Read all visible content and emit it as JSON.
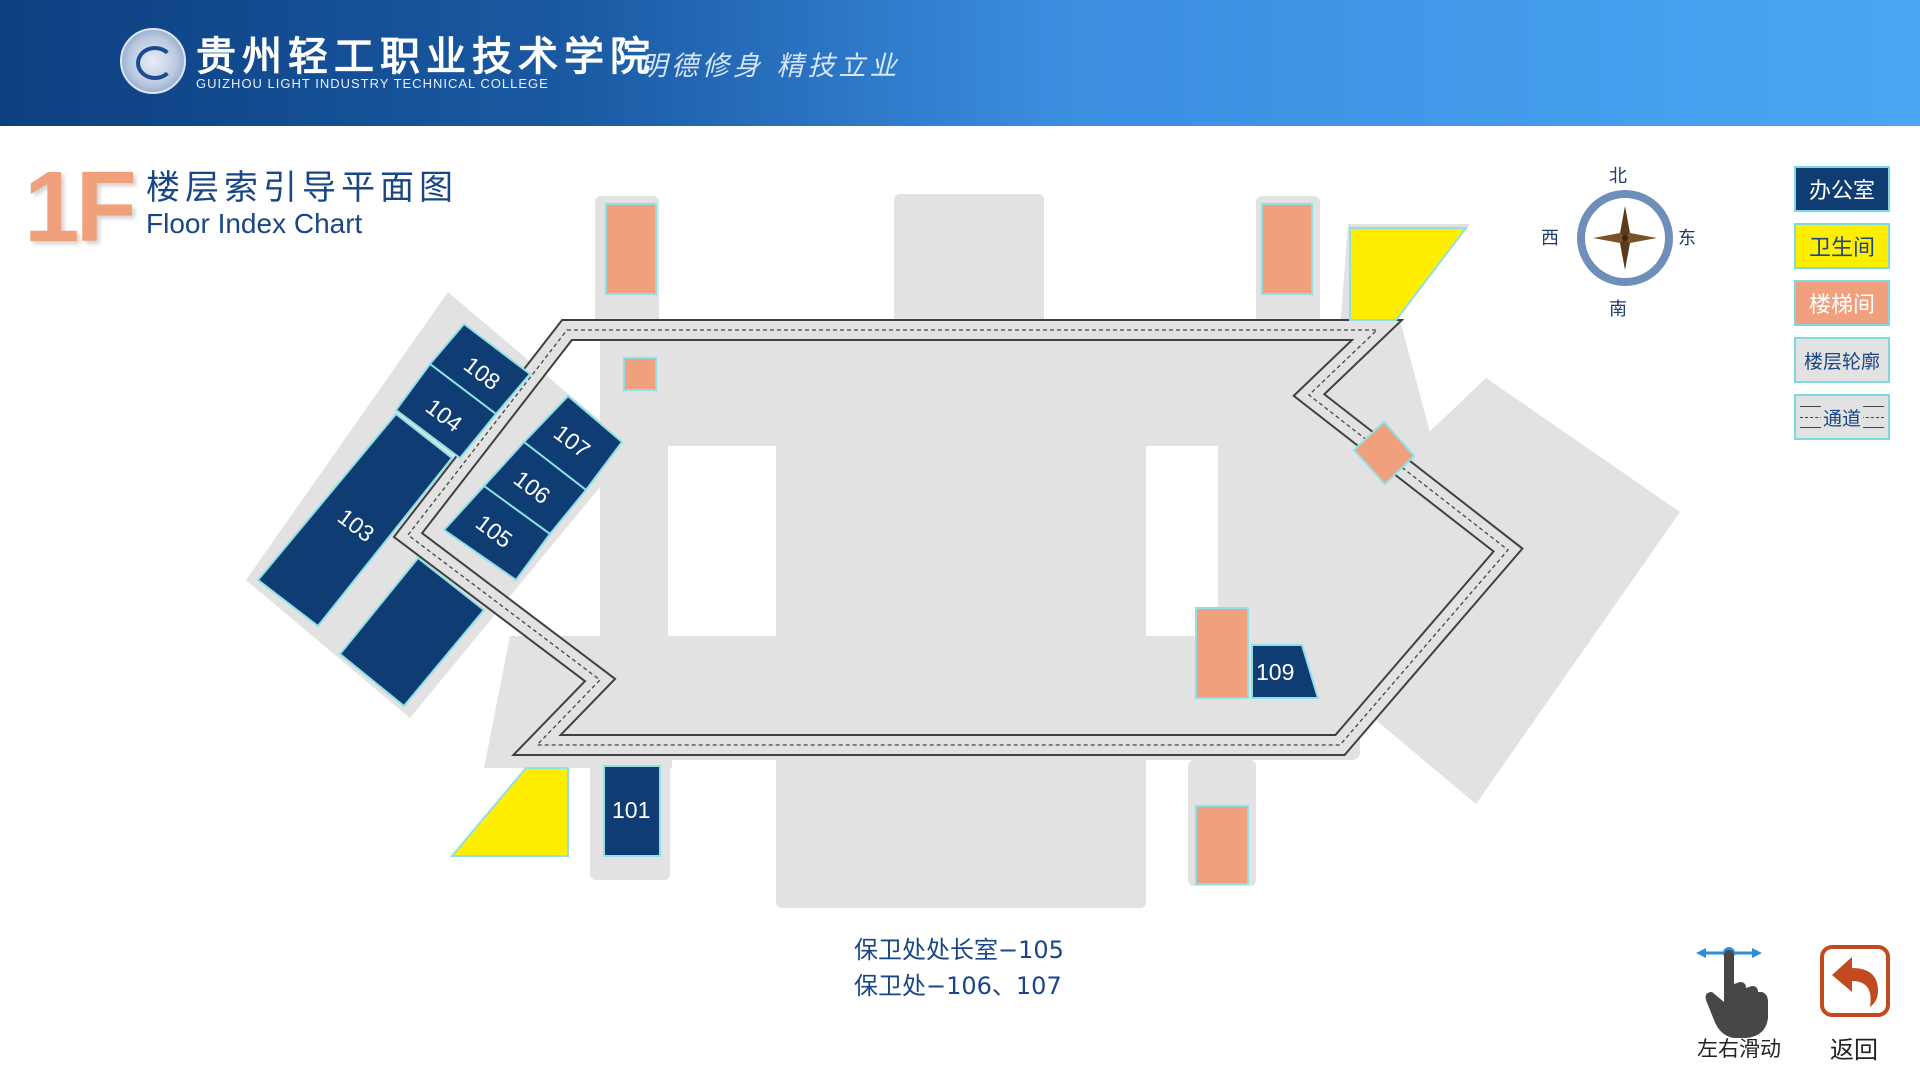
{
  "header": {
    "college_cn": "贵州轻工职业技术学院",
    "college_en": "GUIZHOU LIGHT INDUSTRY TECHNICAL COLLEGE",
    "motto": "明德修身 精技立业"
  },
  "floor": {
    "label": "1F",
    "title_cn": "楼层索引导平面图",
    "title_en": "Floor Index Chart"
  },
  "compass": {
    "north": "北",
    "south": "南",
    "east": "东",
    "west": "西"
  },
  "legend": [
    {
      "label": "办公室",
      "color": "#0f3d73",
      "text_color": "#ffffff"
    },
    {
      "label": "卫生间",
      "color": "#ffee00",
      "text_color": "#1a4685"
    },
    {
      "label": "楼梯间",
      "color": "#f0a07c",
      "text_color": "#ffffff"
    },
    {
      "label": "楼层轮廓",
      "color": "#e2e2e2",
      "text_color": "#1a4685"
    },
    {
      "label": "通道",
      "color": "#e2e2e2",
      "text_color": "#1a4685"
    }
  ],
  "rooms": [
    "101",
    "103",
    "104",
    "105",
    "106",
    "107",
    "108",
    "109"
  ],
  "info": {
    "line1": "保卫处处长室−105",
    "line2": "保卫处−106、107"
  },
  "controls": {
    "swipe_label": "左右滑动",
    "back_label": "返回"
  },
  "colors": {
    "office": "#0f3d73",
    "restroom": "#ffee00",
    "stair": "#f0a07c",
    "outline": "#e2e2e2",
    "accent_blue": "#1a4685"
  }
}
